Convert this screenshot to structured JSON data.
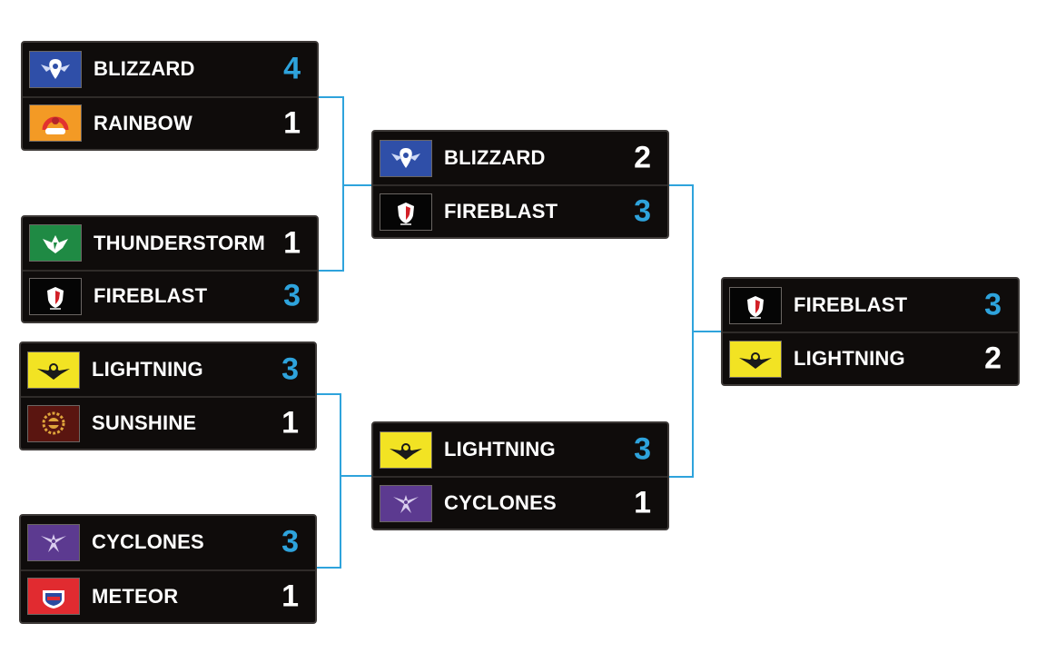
{
  "bracket": {
    "connector_color": "#2ea3dc",
    "win_color": "#2ea3dc",
    "round1": [
      {
        "teams": [
          {
            "name": "BLIZZARD",
            "score": "4",
            "winner": true,
            "logo": "blizzard-logo-icon"
          },
          {
            "name": "RAINBOW",
            "score": "1",
            "winner": false,
            "logo": "rainbow-logo-icon"
          }
        ]
      },
      {
        "teams": [
          {
            "name": "THUNDERSTORM",
            "score": "1",
            "winner": false,
            "logo": "thunderstorm-logo-icon"
          },
          {
            "name": "FIREBLAST",
            "score": "3",
            "winner": true,
            "logo": "fireblast-logo-icon"
          }
        ]
      },
      {
        "teams": [
          {
            "name": "LIGHTNING",
            "score": "3",
            "winner": true,
            "logo": "lightning-logo-icon"
          },
          {
            "name": "SUNSHINE",
            "score": "1",
            "winner": false,
            "logo": "sunshine-logo-icon"
          }
        ]
      },
      {
        "teams": [
          {
            "name": "CYCLONES",
            "score": "3",
            "winner": true,
            "logo": "cyclones-logo-icon"
          },
          {
            "name": "METEOR",
            "score": "1",
            "winner": false,
            "logo": "meteor-logo-icon"
          }
        ]
      }
    ],
    "semifinals": [
      {
        "teams": [
          {
            "name": "BLIZZARD",
            "score": "2",
            "winner": false,
            "logo": "blizzard-logo-icon"
          },
          {
            "name": "FIREBLAST",
            "score": "3",
            "winner": true,
            "logo": "fireblast-logo-icon"
          }
        ]
      },
      {
        "teams": [
          {
            "name": "LIGHTNING",
            "score": "3",
            "winner": true,
            "logo": "lightning-logo-icon"
          },
          {
            "name": "CYCLONES",
            "score": "1",
            "winner": false,
            "logo": "cyclones-logo-icon"
          }
        ]
      }
    ],
    "final": [
      {
        "teams": [
          {
            "name": "FIREBLAST",
            "score": "3",
            "winner": true,
            "logo": "fireblast-logo-icon"
          },
          {
            "name": "LIGHTNING",
            "score": "2",
            "winner": false,
            "logo": "lightning-logo-icon"
          }
        ]
      }
    ]
  }
}
